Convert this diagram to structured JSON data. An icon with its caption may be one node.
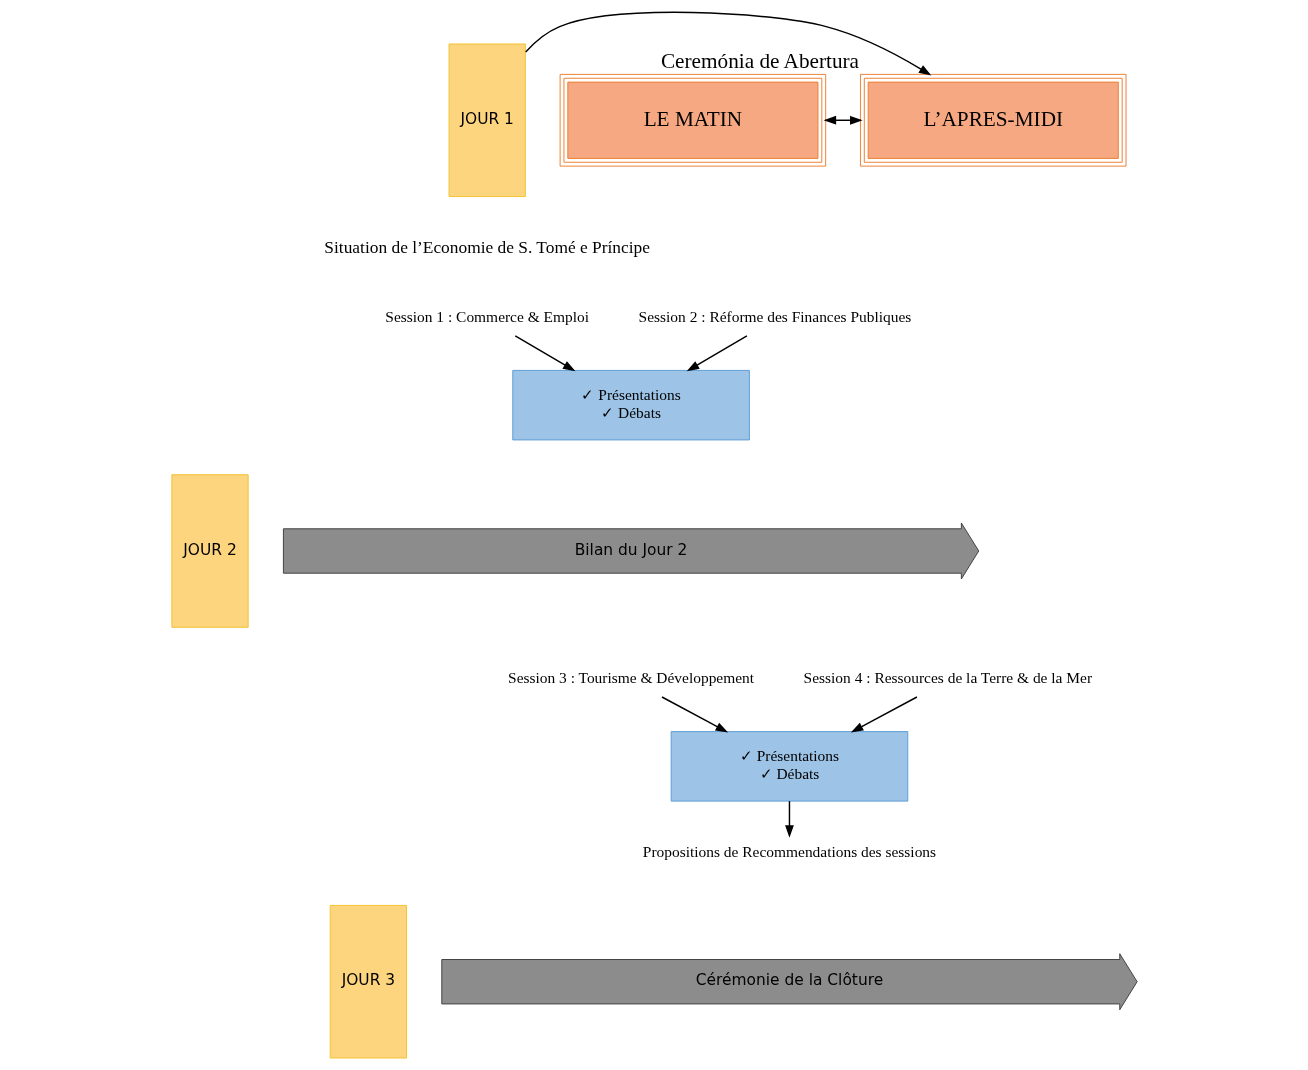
{
  "diagram": {
    "nodes": [
      {
        "text": [
          "JOUR 1"
        ]
      },
      {
        "text": [
          "LE MATIN"
        ]
      },
      {
        "text": [
          "L’APRES-MIDI"
        ],
        "beside": [
          "Ceremónia de Abertura"
        ]
      },
      {
        "text": [
          "JOUR 2"
        ]
      },
      {
        "text": [
          "Session 1 : Commerce & Emploi"
        ]
      },
      {
        "text": [
          "Session 2 : Réforme des Finances Publiques"
        ]
      },
      {
        "text": [
          "✓ Présentations",
          "✓ Débats"
        ]
      },
      {
        "text": [
          "Bilan du Jour 2"
        ]
      },
      {
        "text": [
          "JOUR 3"
        ]
      },
      {
        "text": [
          "Session 3 : Tourisme & Développement"
        ]
      },
      {
        "text": [
          "Session 4 : Ressources de la Terre & de la Mer"
        ]
      },
      {
        "text": [
          "✓ Présentations",
          "✓ Débats"
        ]
      },
      {
        "text": [
          "Propositions de Recommendations des sessions"
        ]
      },
      {
        "text": [
          "Cérémonie de la Clôture"
        ]
      }
    ],
    "edges": [
      {
        "from": 1,
        "to": 2,
        "arrow": "both"
      },
      {
        "from": 0,
        "to": 2,
        "arrow": "to"
      },
      {
        "from": 4,
        "to": 6,
        "arrow": "to"
      },
      {
        "from": 5,
        "to": 6,
        "arrow": "to"
      },
      {
        "from": 9,
        "to": 11,
        "arrow": "to"
      },
      {
        "from": 10,
        "to": 11,
        "arrow": "to"
      },
      {
        "from": 11,
        "to": 12,
        "arrow": "to"
      }
    ],
    "labels": [
      "Situation de l’Economie de S. Tomé e Príncipe"
    ]
  }
}
